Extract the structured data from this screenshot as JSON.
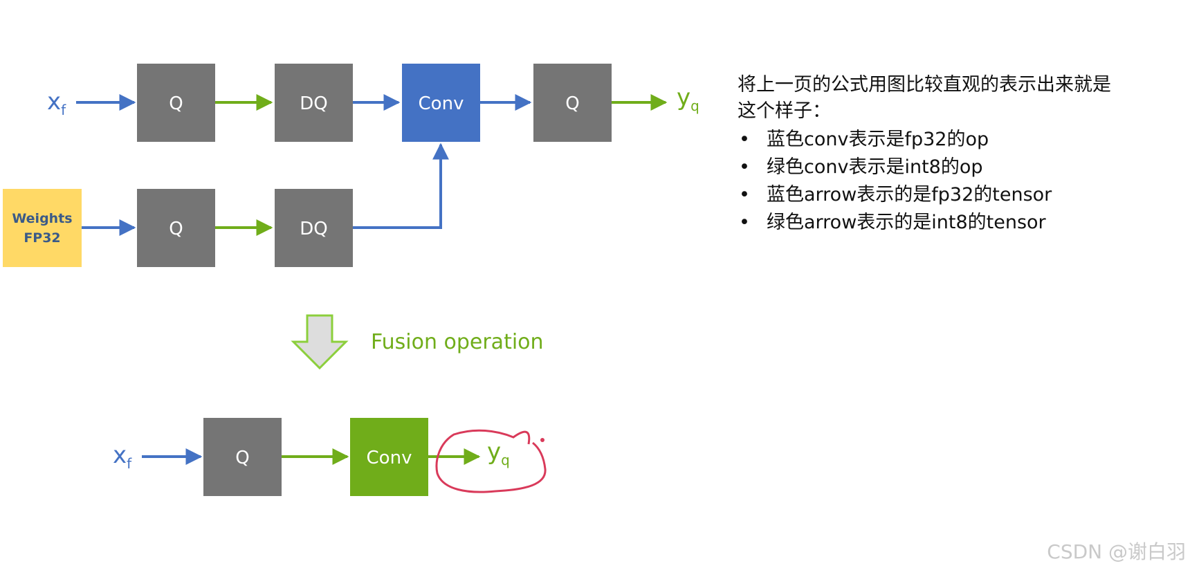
{
  "colors": {
    "fp32_blue": "#4472c4",
    "int8_green": "#70ad1a",
    "op_gray": "#757575",
    "weights_yellow": "#ffd966",
    "annotation_red": "#d93a5a"
  },
  "top_graph": {
    "input_label": "x",
    "input_sub": "f",
    "q1_label": "Q",
    "dq1_label": "DQ",
    "conv_label": "Conv",
    "q2_label": "Q",
    "output_label": "y",
    "output_sub": "q",
    "weights_line1": "Weights",
    "weights_line2": "FP32",
    "wq_label": "Q",
    "wdq_label": "DQ"
  },
  "fusion": {
    "label": "Fusion operation"
  },
  "bottom_graph": {
    "input_label": "x",
    "input_sub": "f",
    "q_label": "Q",
    "conv_label": "Conv",
    "output_label": "y",
    "output_sub": "q"
  },
  "explanation": {
    "line1": "将上一页的公式用图比较直观的表示出来就是",
    "line2": "这个样子：",
    "bullet_symbol": "•",
    "bullets": [
      "蓝色conv表示是fp32的op",
      "绿色conv表示是int8的op",
      "蓝色arrow表示的是fp32的tensor",
      "绿色arrow表示的是int8的tensor"
    ]
  },
  "watermark": "CSDN @谢白羽"
}
